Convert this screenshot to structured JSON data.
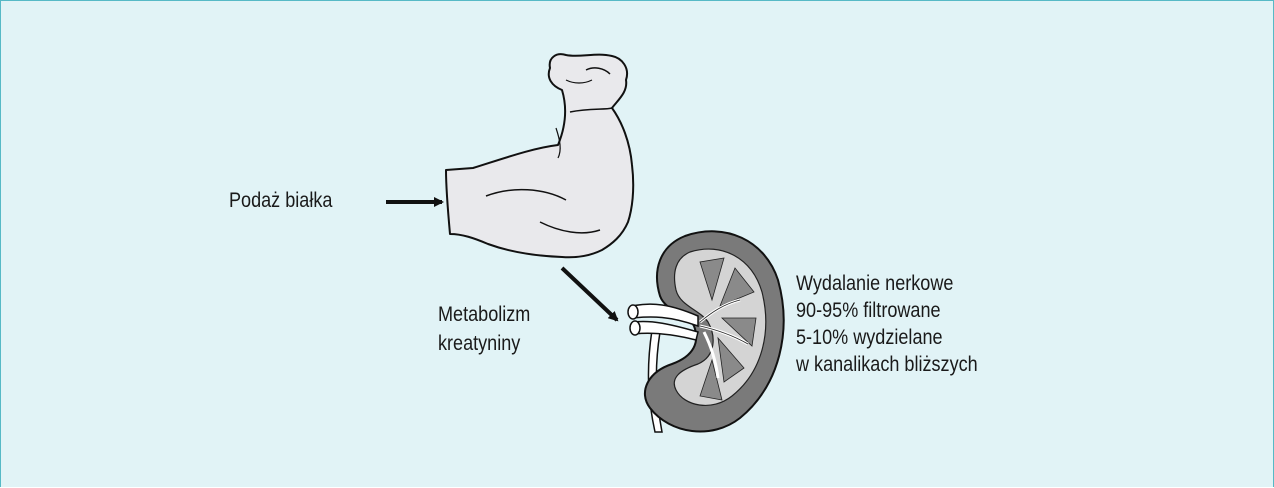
{
  "labels": {
    "protein_intake": "Podaż białka",
    "metabolism": [
      "Metabolizm",
      "kreatyniny"
    ],
    "excretion": [
      "Wydalanie nerkowe",
      "90-95% filtrowane",
      "5-10% wydzielane",
      "w kanalikach bliższych"
    ]
  },
  "colors": {
    "background": "#e1f3f6",
    "border": "#56b9c6",
    "arm_fill": "#e9e9ec",
    "kidney_cortex": "#7a7a7a",
    "ink": "#1a1a1a"
  }
}
